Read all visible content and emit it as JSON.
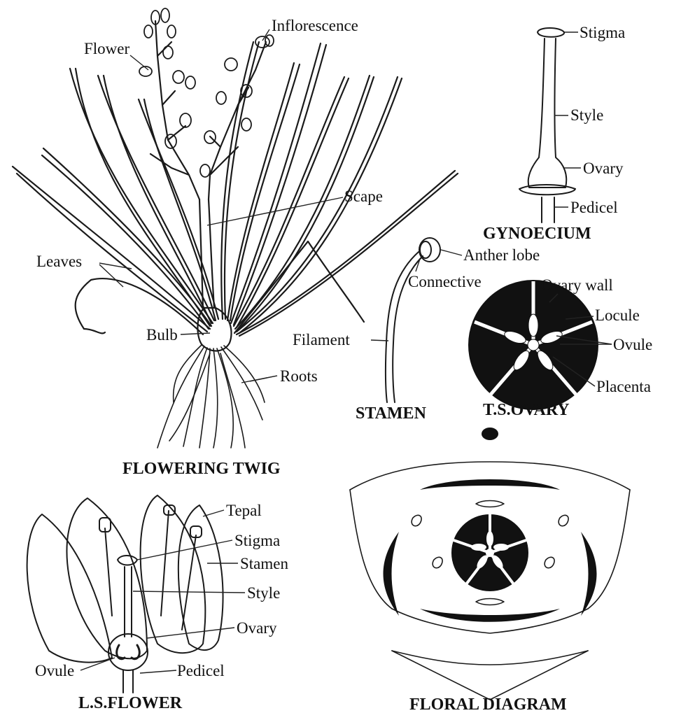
{
  "twig": {
    "title": "FLOWERING TWIG",
    "flower": "Flower",
    "inflorescence": "Inflorescence",
    "scape": "Scape",
    "leaves": "Leaves",
    "bulb": "Bulb",
    "roots": "Roots"
  },
  "gynoecium": {
    "title": "GYNOECIUM",
    "stigma": "Stigma",
    "style": "Style",
    "ovary": "Ovary",
    "pedicel": "Pedicel"
  },
  "stamen": {
    "title": "STAMEN",
    "anther_lobe": "Anther lobe",
    "connective": "Connective",
    "filament": "Filament"
  },
  "ts_ovary": {
    "title": "T.S.OVARY",
    "ovary_wall": "Ovary wall",
    "locule": "Locule",
    "ovule": "Ovule",
    "placenta": "Placenta"
  },
  "ls_flower": {
    "title": "L.S.FLOWER",
    "tepal": "Tepal",
    "stigma": "Stigma",
    "stamen": "Stamen",
    "style": "Style",
    "ovary": "Ovary",
    "ovule": "Ovule",
    "pedicel": "Pedicel"
  },
  "floral_diagram": {
    "title": "FLORAL DIAGRAM"
  }
}
